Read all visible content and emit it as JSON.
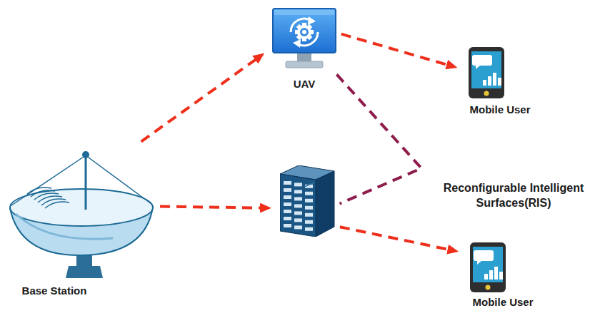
{
  "diagram": {
    "nodes": [
      {
        "text": [
          "UAV"
        ]
      },
      {
        "text": [
          "Mobile User"
        ]
      },
      {
        "text": [
          "Reconfigurable Intelligent Surfaces(RIS)"
        ]
      },
      {
        "text": [
          "Base Station"
        ]
      },
      {
        "text": [
          "Mobile User"
        ]
      }
    ],
    "edges": [
      {
        "from": 3,
        "to": 0,
        "arrow": "to"
      },
      {
        "from": 0,
        "to": 1,
        "arrow": "to"
      },
      {
        "from": 3,
        "to": 2,
        "arrow": "to"
      },
      {
        "from": 2,
        "to": 4,
        "arrow": "to"
      },
      {
        "from": 0,
        "to": 2,
        "arrow": "none"
      }
    ]
  }
}
